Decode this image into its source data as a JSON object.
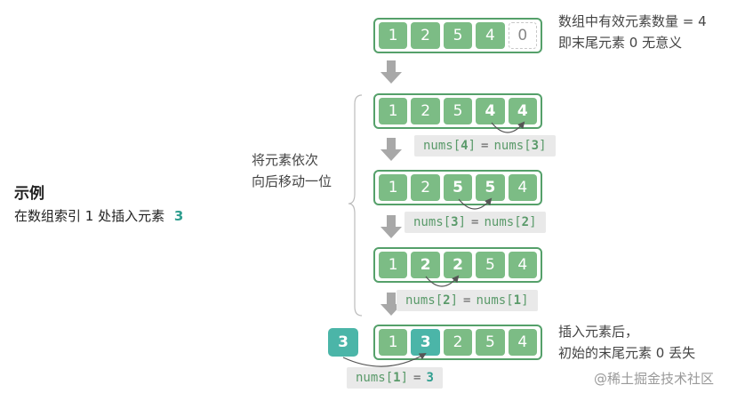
{
  "left": {
    "title": "示例",
    "desc_prefix": "在数组索引 1 处插入元素",
    "desc_value": "3"
  },
  "top_note": {
    "line1": "数组中有效元素数量 = 4",
    "line2": "即末尾元素 0 无意义"
  },
  "step_note": {
    "line1": "将元素依次",
    "line2": "向后移动一位"
  },
  "bottom_note": {
    "line1": "插入元素后，",
    "line2": "初始的末尾元素 0 丢失"
  },
  "rows": [
    {
      "cells": [
        "1",
        "2",
        "5",
        "4",
        "0"
      ],
      "styles": [
        "n",
        "n",
        "n",
        "n",
        "empty"
      ]
    },
    {
      "cells": [
        "1",
        "2",
        "5",
        "4",
        "4"
      ],
      "styles": [
        "n",
        "n",
        "n",
        "b",
        "b"
      ]
    },
    {
      "cells": [
        "1",
        "2",
        "5",
        "5",
        "4"
      ],
      "styles": [
        "n",
        "n",
        "b",
        "b",
        "n"
      ]
    },
    {
      "cells": [
        "1",
        "2",
        "2",
        "5",
        "4"
      ],
      "styles": [
        "n",
        "b",
        "b",
        "n",
        "n"
      ]
    },
    {
      "cells": [
        "1",
        "3",
        "2",
        "5",
        "4"
      ],
      "styles": [
        "n",
        "teal",
        "n",
        "n",
        "n"
      ]
    }
  ],
  "insert_value": "3",
  "assignments": [
    {
      "lhs": "nums",
      "lhs_idx": "4",
      "op": "=",
      "rhs": "nums",
      "rhs_idx": "3"
    },
    {
      "lhs": "nums",
      "lhs_idx": "3",
      "op": "=",
      "rhs": "nums",
      "rhs_idx": "2"
    },
    {
      "lhs": "nums",
      "lhs_idx": "2",
      "op": "=",
      "rhs": "nums",
      "rhs_idx": "1"
    },
    {
      "lhs": "nums",
      "lhs_idx": "1",
      "op": "=",
      "rhs": "3"
    }
  ],
  "watermark": "@稀土掘金技术社区",
  "colors": {
    "cell_green": "#7cbc85",
    "teal": "#4bb5a8",
    "arrow_gray": "#a8a8a8",
    "code_bg": "#e9e9e9"
  }
}
